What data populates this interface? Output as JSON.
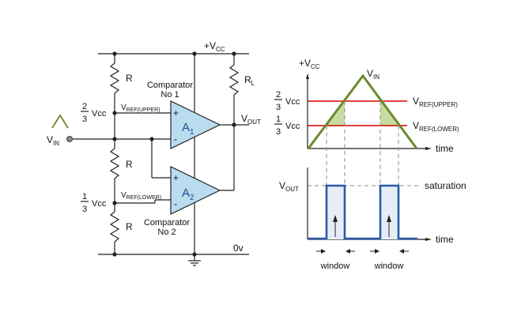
{
  "circuit": {
    "vcc_label": "+V",
    "vcc_sub": "CC",
    "ground_label": "0v",
    "resistor_label": "R",
    "load_label": "R",
    "load_sub": "L",
    "vin_label": "V",
    "vin_sub": "IN",
    "vout_label": "V",
    "vout_sub": "OUT",
    "frac_upper_num": "2",
    "frac_upper_den": "3",
    "frac_lower_num": "1",
    "frac_lower_den": "3",
    "vcc_text": "Vcc",
    "vref_upper_main": "V",
    "vref_upper_sub": "REF(UPPER)",
    "vref_lower_main": "V",
    "vref_lower_sub": "REF(LOWER)",
    "comp1_line1": "Comparator",
    "comp1_line2": "No 1",
    "comp2_line1": "Comparator",
    "comp2_line2": "No 2",
    "a1_main": "A",
    "a1_sub": "1",
    "a2_main": "A",
    "a2_sub": "2",
    "plus": "+",
    "minus": "-"
  },
  "graph": {
    "vcc_label": "+V",
    "vcc_sub": "CC",
    "vin_label": "V",
    "vin_sub": "IN",
    "frac_upper_num": "2",
    "frac_upper_den": "3",
    "frac_lower_num": "1",
    "frac_lower_den": "3",
    "vcc_text": "Vcc",
    "vref_upper_main": "V",
    "vref_upper_sub": "REF(UPPER)",
    "vref_lower_main": "V",
    "vref_lower_sub": "REF(LOWER)",
    "time_label_top": "time",
    "vout_label": "V",
    "vout_sub": "OUT",
    "saturation_label": "saturation",
    "time_label_bottom": "time",
    "window_label_1": "window",
    "window_label_2": "window"
  },
  "colors": {
    "amplifier_fill": "#b9dcef",
    "reference_line": "#d80000",
    "input_wave": "#6b8a2c",
    "window_fill": "#c8dba0",
    "output_wave": "#2a5aa8",
    "output_fill": "#e6edf6"
  }
}
